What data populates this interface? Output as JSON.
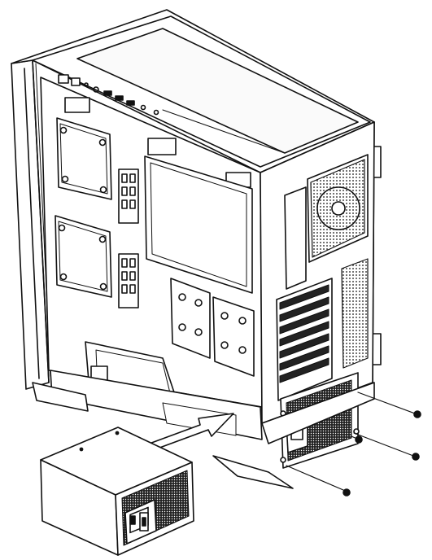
{
  "figure": {
    "caption": "",
    "colors": {
      "line": "#111111",
      "paper": "#ffffff",
      "tone": "#f4f4f4"
    }
  },
  "objects": {
    "case": "pc-case",
    "psu": "power-supply",
    "arrow": "insert-direction-arrow",
    "screws": [
      "screw",
      "screw",
      "screw",
      "screw"
    ]
  }
}
